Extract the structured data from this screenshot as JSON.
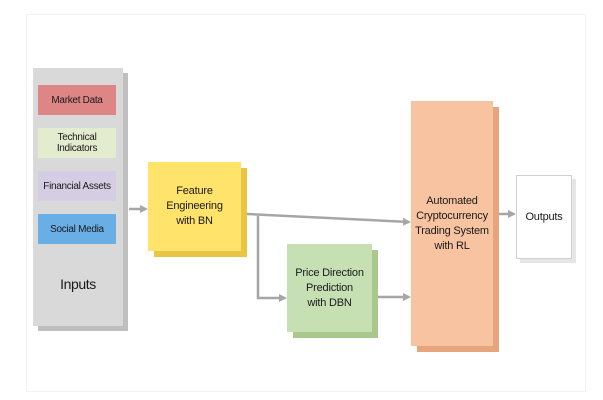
{
  "inputs": {
    "title": "Inputs",
    "items": [
      {
        "label": "Market Data",
        "color": "#de8585"
      },
      {
        "label": "Technical Indicators",
        "color": "#e4ecd0"
      },
      {
        "label": "Financial Assets",
        "color": "#d5cde4"
      },
      {
        "label": "Social Media",
        "color": "#6aaee6"
      }
    ]
  },
  "nodes": {
    "feature_engineering": "Feature Engineering\nwith BN",
    "price_direction": "Price Direction\nPrediction\nwith DBN",
    "trading_system": "Automated\nCryptocurrency\nTrading System\nwith RL",
    "outputs": "Outputs"
  },
  "colors": {
    "arrow": "#a6a6a6",
    "feature_engineering": "#ffe36b",
    "price_direction": "#c6e0b4",
    "trading_system": "#f8c3a0"
  }
}
